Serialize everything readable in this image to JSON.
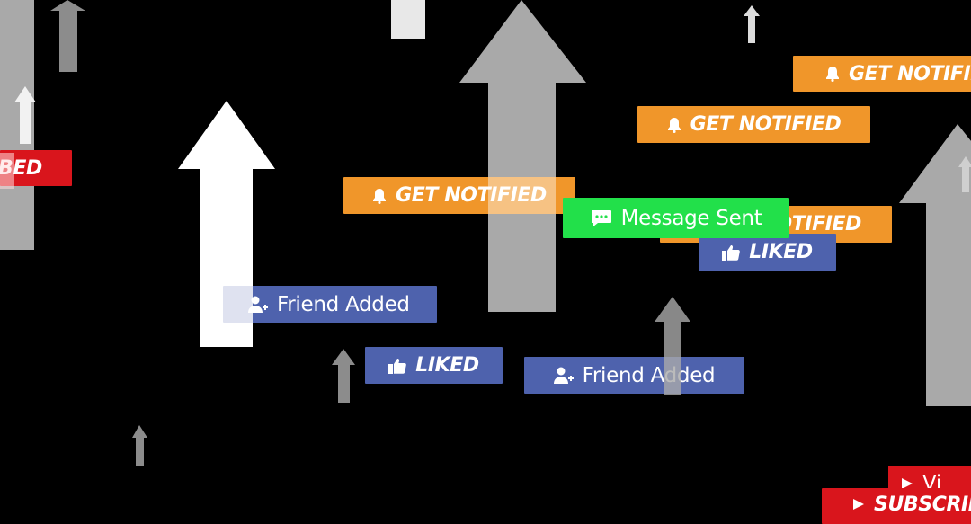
{
  "badges": {
    "get_notified": "GET NOTIFIED",
    "get_notified_partial": "OTIFIED",
    "message_sent": "Message Sent",
    "liked": "LIKED",
    "friend_added": "Friend Added",
    "subscribed_partial": "BED",
    "subscribe_partial": "SUBSCRIB",
    "video_partial": "Vi"
  },
  "colors": {
    "notify_orange": "#f0962a",
    "like_blue": "#4e62ad",
    "message_green": "#22e04a",
    "subscribe_red": "#d9151c",
    "arrow_white": "#ffffff",
    "arrow_gray": "#a9a9a9",
    "background": "#000000"
  },
  "icons": [
    "bell-icon",
    "thumbs-up-icon",
    "add-user-icon",
    "chat-bubble-icon",
    "play-icon"
  ]
}
